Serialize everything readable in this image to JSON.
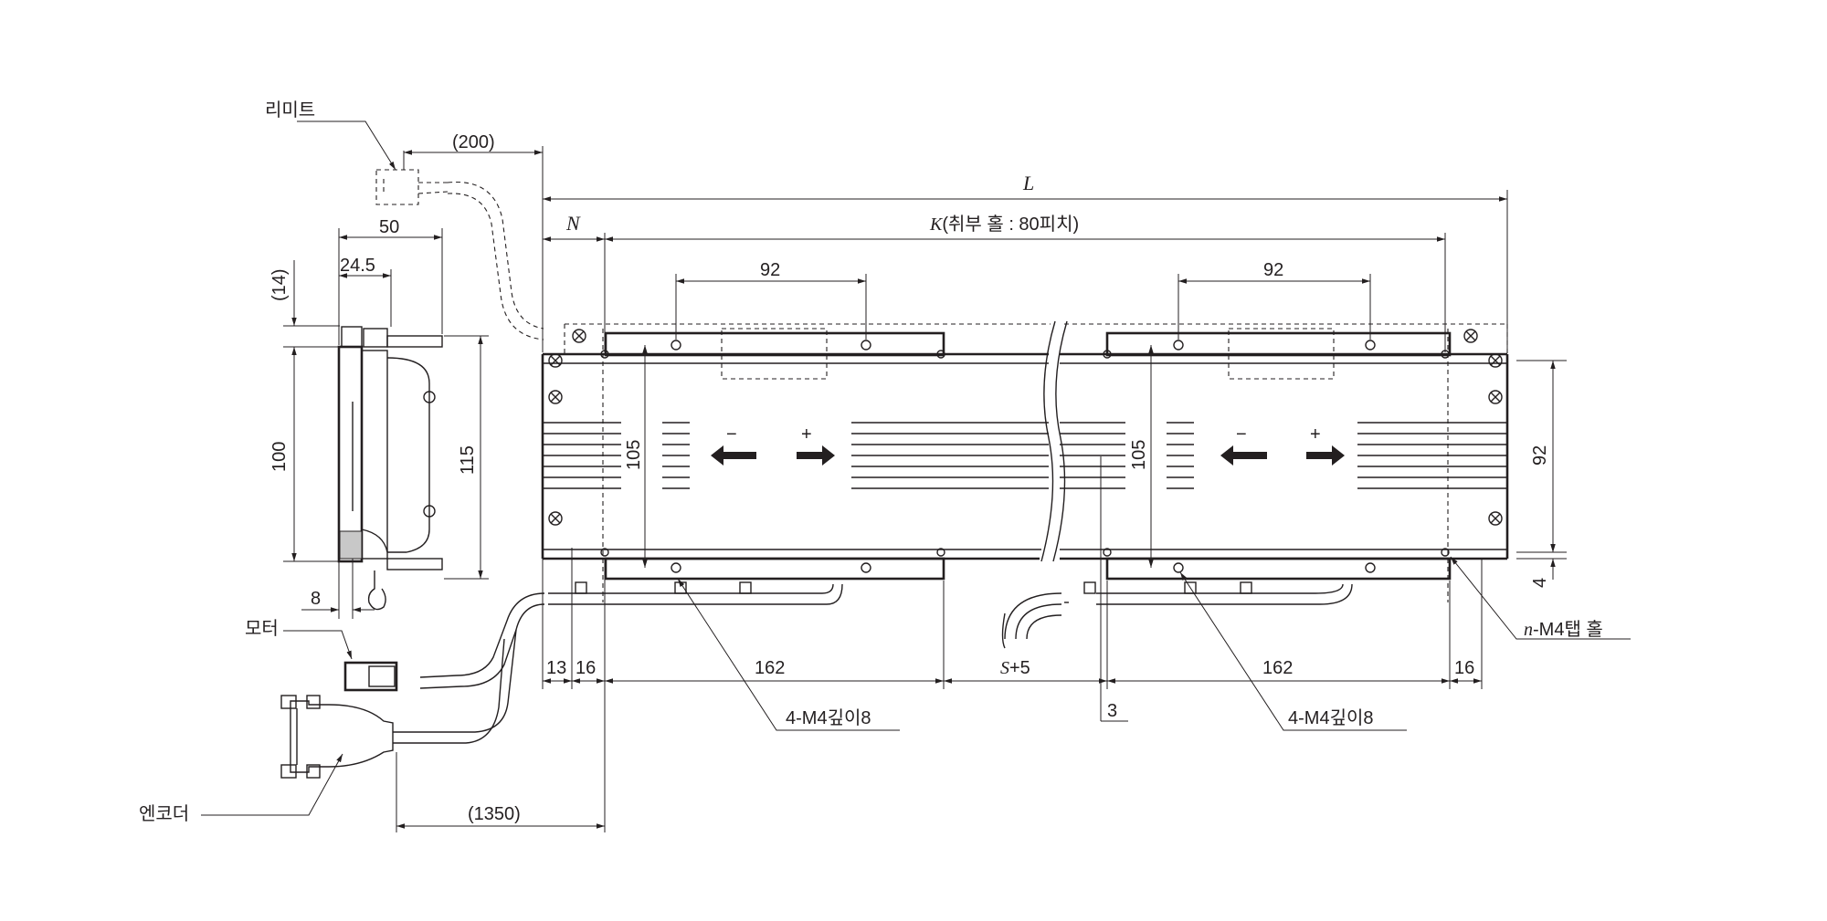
{
  "labels": {
    "limit": "리미트",
    "motor": "모터",
    "encoder": "엔코더",
    "L": "L",
    "N": "N",
    "K_prefix": "K",
    "K_suffix": "(취부 홀 : 80피치)",
    "S_expr": "S",
    "S_plus": "+5",
    "n_prefix": "n",
    "n_suffix": "-M4탭 홀",
    "tap_hole_left": "4-M4깊이8",
    "tap_hole_right": "4-M4깊이8",
    "minus": "−",
    "plus": "+"
  },
  "dims": {
    "d200": "(200)",
    "d50": "50",
    "d24_5": "24.5",
    "d14": "(14)",
    "d100": "100",
    "d115": "115",
    "d8": "8",
    "d1350": "(1350)",
    "d92_left": "92",
    "d92_right": "92",
    "d105_left": "105",
    "d105_right": "105",
    "d92_side": "92",
    "d4": "4",
    "d13": "13",
    "d16_left": "16",
    "d162_left": "162",
    "d162_right": "162",
    "d16_right": "16",
    "d3": "3"
  },
  "colors": {
    "line": "#231f20",
    "background": "#ffffff"
  }
}
